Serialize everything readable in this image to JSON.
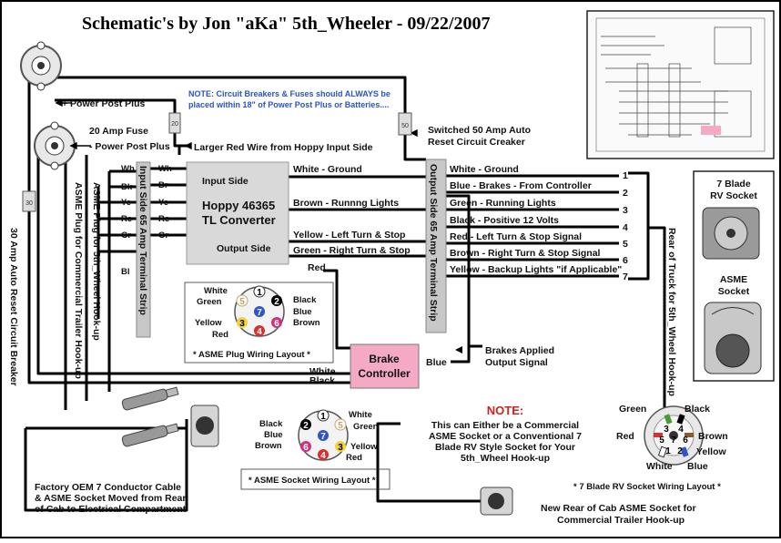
{
  "title": "Schematic's by Jon \"aKa\" 5th_Wheeler - 09/22/2007",
  "note_breakers": [
    "NOTE:  Circuit Breakers & Fuses should ALWAYS be",
    "placed within 18\" of Power Post Plus or Batteries...."
  ],
  "labels": {
    "power_post_1": "+ Power Post Plus",
    "power_post_2": "- Power Post Plus",
    "fuse": "20 Amp Fuse",
    "fuse_num": "20",
    "larger_red": "Larger Red Wire from Hoppy Input Side",
    "switched_breaker_1": "Switched 50 Amp Auto",
    "switched_breaker_2": "Reset Circuit Creaker",
    "breaker_50_num": "50",
    "breaker_30_num": "30",
    "breaker_30_label": "30 Amp Auto Reset Circuit Breaker",
    "asme_plug_5th": "ASME Plug for 5th_Wheel Hook-up",
    "asme_plug_comm": "ASME Plug for Commercial Trailer Hook-up",
    "input_strip": "Input Side 65 Amp Terminal Strip",
    "output_strip": "Output Side 65 Amp Terminal Strip",
    "converter_1": "Hoppy 46365",
    "converter_2": "TL Converter",
    "input_side": "Input Side",
    "output_side": "Output Side",
    "red": "Red",
    "white": "White",
    "black": "Black",
    "blue": "Blue",
    "brake_controller_1": "Brake",
    "brake_controller_2": "Controller",
    "brakes_applied_1": "Brakes Applied",
    "brakes_applied_2": "Output Signal",
    "rear_truck": "Rear of Truck for 5th_Wheel Hook-up",
    "factory_oem": [
      "Factory OEM 7 Conductor Cable",
      "& ASME Socket Moved from Rear",
      "of Cab to Electrical Compartment"
    ],
    "new_rear": [
      "New Rear of Cab ASME Socket for",
      "Commercial Trailer Hook-up"
    ],
    "note_heading": "NOTE:",
    "note_body": [
      "This can Either be a Commercial",
      "ASME Socket or a Conventional 7",
      "Blade RV Style Socket for Your",
      "5th_Wheel Hook-up"
    ],
    "rv_socket_1": "7 Blade",
    "rv_socket_2": "RV Socket",
    "asme_socket_1": "ASME",
    "asme_socket_2": "Socket",
    "asme_plug_layout": "* ASME Plug Wiring Layout *",
    "asme_socket_layout": "* ASME Socket Wiring Layout *",
    "rv_socket_layout": "* 7 Blade RV Socket Wiring Layout *"
  },
  "input_terminals": [
    "Wh",
    "Bk",
    "Ye",
    "Re",
    "Gr",
    "Bl"
  ],
  "converter_terminals": [
    "Wh",
    "Br",
    "Ye",
    "Re",
    "Gr"
  ],
  "mid_wires": [
    "White - Ground",
    "Brown - Runnng Lights",
    "Yellow - Left Turn & Stop",
    "Green - Right Turn & Stop"
  ],
  "output_wires": [
    {
      "num": "1",
      "label": "White - Ground"
    },
    {
      "num": "2",
      "label": "Blue - Brakes - From Controller"
    },
    {
      "num": "3",
      "label": "Green - Running Lights"
    },
    {
      "num": "4",
      "label": "Black - Positive 12 Volts"
    },
    {
      "num": "5",
      "label": "Red - Left Turn & Stop Signal"
    },
    {
      "num": "6",
      "label": "Brown - Right Turn & Stop Signal"
    },
    {
      "num": "7",
      "label": "Yellow - Backup Lights \"if Applicable\""
    }
  ],
  "asme_plug_pins": {
    "white": "White",
    "green": "Green",
    "yellow": "Yellow",
    "red": "Red",
    "black": "Black",
    "blue": "Blue",
    "brown": "Brown"
  },
  "asme_socket_pins": {
    "black": "Black",
    "blue": "Blue",
    "brown": "Brown",
    "white": "White",
    "green": "Green",
    "yellow": "Yellow",
    "red": "Red"
  },
  "rv_pins": {
    "green": "Green",
    "black": "Black",
    "red": "Red",
    "brown": "Brown",
    "yellow": "Yellow",
    "white": "White",
    "blue": "Blue"
  },
  "pin_numbers": [
    "1",
    "2",
    "3",
    "4",
    "5",
    "6",
    "7"
  ],
  "colors": {
    "brake_box": "#f4a9c4",
    "converter_box": "#d9d9d9",
    "strip": "#c8c8c8",
    "note": "#2a54c8",
    "red_note": "#d42020"
  }
}
